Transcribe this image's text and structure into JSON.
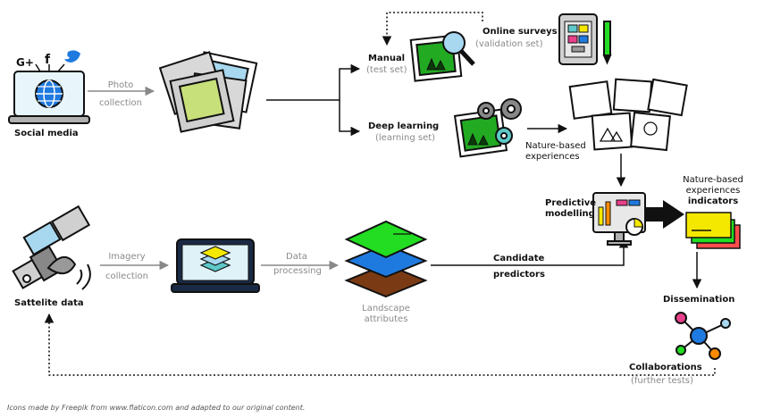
{
  "labels": {
    "social_media": "Social media",
    "photo": "Photo",
    "collection": "collection",
    "manual": "Manual",
    "test_set": "(test set)",
    "online_surveys": "Online surveys",
    "validation_set": "(validation set)",
    "deep_learning": "Deep learning",
    "learning_set": "(learning set)",
    "nbe_1": "Nature-based",
    "nbe_2": "experiences",
    "predictive": "Predictive",
    "modelling": "modelling",
    "ind_1": "Nature-based",
    "ind_2": "experiences",
    "ind_3": "indicators",
    "satellite": "Sattelite data",
    "imagery": "Imagery",
    "imagery_collection": "collection",
    "data": "Data",
    "processing": "processing",
    "landscape": "Landscape",
    "attributes": "attributes",
    "candidate": "Candidate",
    "predictors": "predictors",
    "dissemination": "Dissemination",
    "collaborations": "Collaborations",
    "further_tests": "(further tests)"
  },
  "social_icons": [
    "G+",
    "f"
  ],
  "footer": "Icons made by Freepik from www.flaticon.com and adapted to our original content.",
  "colors": {
    "green_light": "#c8e07a",
    "green_bright": "#22dd22",
    "blue_bright": "#1f7ae0",
    "brown": "#7a3b14",
    "yellow": "#f5e800",
    "teal": "#5ec8c8",
    "light_blue": "#a8d8f0"
  }
}
